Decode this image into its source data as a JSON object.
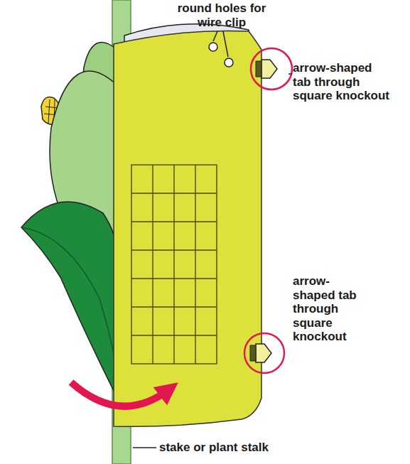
{
  "diagram": {
    "labels": [
      "round holes for wire clip",
      "arrow-shaped tab through square knockout",
      "arrow-shaped tab through square knockout",
      "stake or plant stalk"
    ]
  }
}
